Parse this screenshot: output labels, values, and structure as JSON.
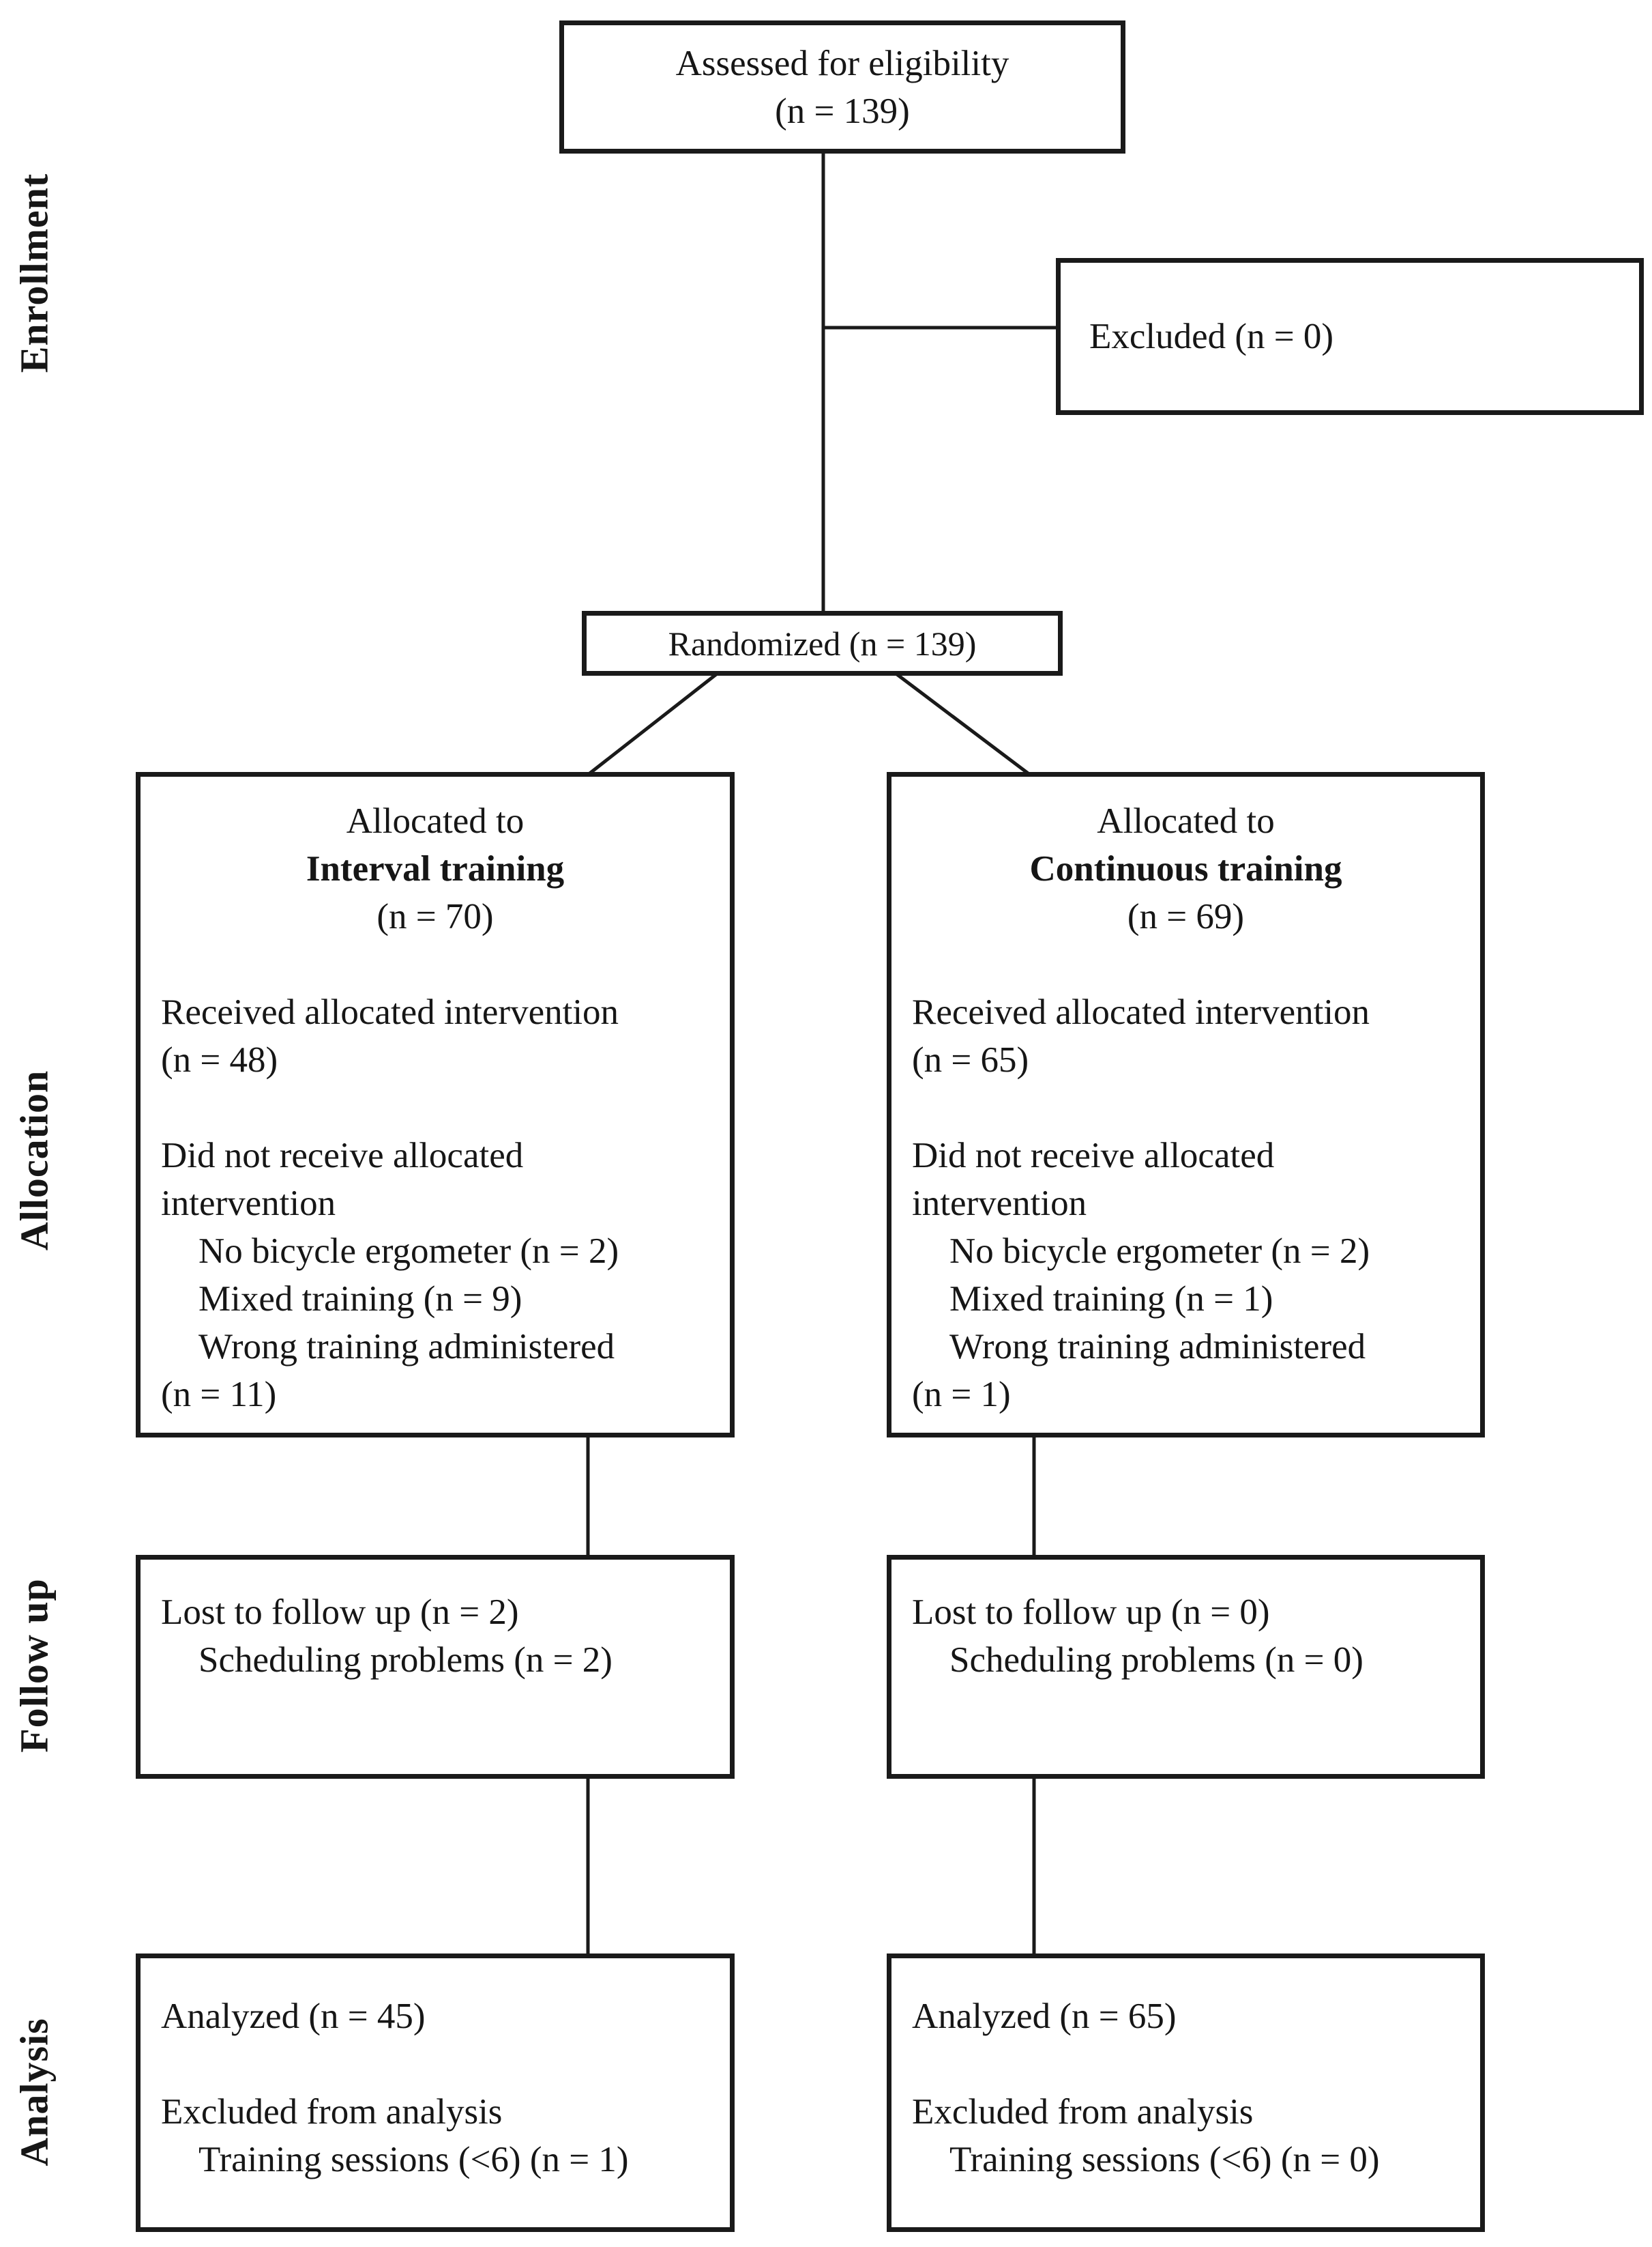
{
  "side_labels": {
    "enrollment": "Enrollment",
    "allocation": "Allocation",
    "follow_up": "Follow up",
    "analysis": "Analysis"
  },
  "boxes": {
    "assessed": {
      "line1": "Assessed for eligibility",
      "line2": "(n = 139)"
    },
    "excluded": {
      "text": "Excluded (n = 0)"
    },
    "randomized": {
      "text": "Randomized (n = 139)"
    },
    "allocated_interval": {
      "header1": "Allocated to",
      "header2": "Interval training",
      "header3": "(n = 70)",
      "received": "Received allocated intervention",
      "received_n": "(n = 48)",
      "not_received1": "Did not receive allocated",
      "not_received2": "intervention",
      "reason1": "No bicycle ergometer (n = 2)",
      "reason2": "Mixed training (n = 9)",
      "reason3": "Wrong training administered",
      "reason3_n": "(n = 11)"
    },
    "allocated_continuous": {
      "header1": "Allocated to",
      "header2": "Continuous training",
      "header3": "(n = 69)",
      "received": "Received allocated intervention",
      "received_n": "(n = 65)",
      "not_received1": "Did not receive allocated",
      "not_received2": "intervention",
      "reason1": "No bicycle ergometer (n = 2)",
      "reason2": "Mixed training (n = 1)",
      "reason3": "Wrong training administered",
      "reason3_n": "(n = 1)"
    },
    "followup_interval": {
      "line1": "Lost to follow up (n = 2)",
      "line2": "Scheduling problems (n = 2)"
    },
    "followup_continuous": {
      "line1": "Lost to follow up (n = 0)",
      "line2": "Scheduling problems (n = 0)"
    },
    "analysis_interval": {
      "line1": "Analyzed (n = 45)",
      "line2": "Excluded from analysis",
      "line3": "Training sessions (<6) (n = 1)"
    },
    "analysis_continuous": {
      "line1": "Analyzed (n = 65)",
      "line2": "Excluded from analysis",
      "line3": "Training sessions (<6) (n = 0)"
    }
  },
  "colors": {
    "line": "#1a1a1a",
    "text": "#161616",
    "background": "#ffffff"
  }
}
